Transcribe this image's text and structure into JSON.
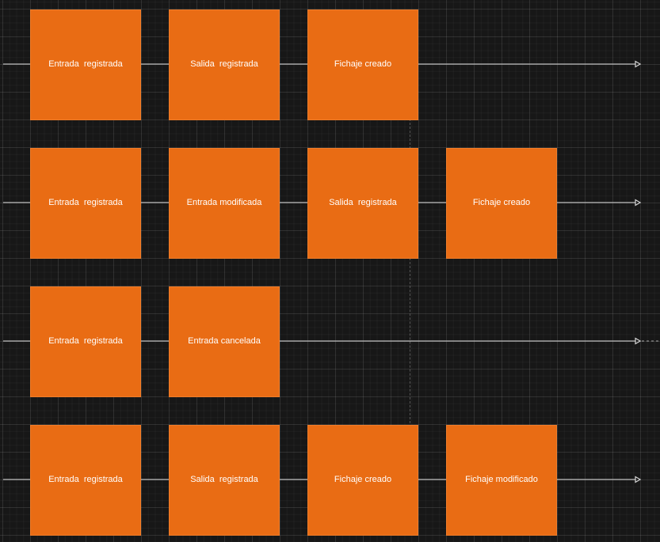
{
  "diagram": {
    "colors": {
      "background": "#171717",
      "node_fill": "#e96c14",
      "node_text": "#ffffff",
      "edge": "#bdbdbd"
    },
    "lanes": [
      {
        "nodes": [
          {
            "label": "Entrada  registrada"
          },
          {
            "label": "Salida  registrada"
          },
          {
            "label": "Fichaje creado"
          }
        ]
      },
      {
        "nodes": [
          {
            "label": "Entrada  registrada"
          },
          {
            "label": "Entrada modificada"
          },
          {
            "label": "Salida  registrada"
          },
          {
            "label": "Fichaje creado"
          }
        ]
      },
      {
        "nodes": [
          {
            "label": "Entrada  registrada"
          },
          {
            "label": "Entrada cancelada"
          }
        ]
      },
      {
        "nodes": [
          {
            "label": "Entrada  registrada"
          },
          {
            "label": "Salida  registrada"
          },
          {
            "label": "Fichaje creado"
          },
          {
            "label": "Fichaje modificado"
          }
        ]
      }
    ]
  }
}
